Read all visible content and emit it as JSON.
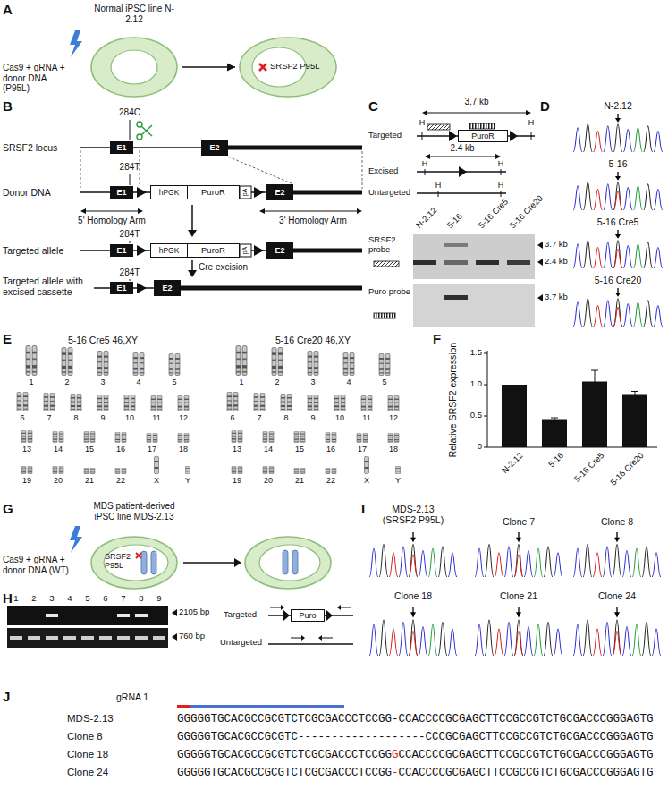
{
  "diagram": {
    "nodes": [
      {
        "text": [
          "Normal iPSC line N-2.12"
        ]
      },
      {
        "text": [
          "SRSF2 P95L"
        ]
      },
      {
        "text": [
          "E1"
        ]
      },
      {
        "text": [
          "E2"
        ]
      },
      {
        "text": [
          "E1"
        ]
      },
      {
        "text": [
          "hPGK",
          "PuroR"
        ]
      },
      {
        "text": [
          "E2"
        ]
      },
      {
        "text": [
          "E1"
        ]
      },
      {
        "text": [
          "hPGK",
          "PuroR"
        ]
      },
      {
        "text": [
          "E2"
        ]
      },
      {
        "text": [
          "E1"
        ]
      },
      {
        "text": [
          "E2"
        ]
      },
      {
        "text": [
          "PuroR"
        ]
      },
      {
        "text": [
          "MDS patient-derived iPSC line MDS-2.13",
          "SRSF2 P95L"
        ]
      },
      {
        "text": [
          "Puro"
        ]
      }
    ],
    "edges": [
      {
        "from": 0,
        "to": 1,
        "arrow": "to"
      }
    ],
    "labels": [
      "A",
      "B",
      "C",
      "D",
      "E",
      "F",
      "G",
      "H",
      "I",
      "J",
      "Cas9 + gRNA + donor DNA (P95L)",
      "284C",
      "SRSF2 locus",
      "Donor DNA",
      "284T",
      "5' Homology Arm",
      "3' Homology Arm",
      "Targeted allele",
      "284T",
      "Cre excision",
      "Targeted allele with excised cassette",
      "284T",
      "3.7 kb",
      "H",
      "H",
      "Targeted",
      "2.4 kb",
      "H",
      "H",
      "Excised",
      "H",
      "H",
      "Untargeted",
      "N-2.12",
      "5-16",
      "5-16 Cre5",
      "5-16 Cre20",
      "SRSF2 probe",
      "3.7 kb",
      "2.4 kb",
      "Puro probe",
      "3.7 kb",
      "N-2.12",
      "5-16",
      "5-16 Cre5",
      "5-16 Cre20",
      "5-16 Cre5 46,XY",
      "5-16 Cre20 46,XY",
      "1",
      "2",
      "3",
      "4",
      "5",
      "6",
      "7",
      "8",
      "9",
      "10",
      "11",
      "12",
      "13",
      "14",
      "15",
      "16",
      "17",
      "18",
      "19",
      "20",
      "21",
      "22",
      "X",
      "Y",
      "1",
      "2",
      "3",
      "4",
      "5",
      "6",
      "7",
      "8",
      "9",
      "10",
      "11",
      "12",
      "13",
      "14",
      "15",
      "16",
      "17",
      "18",
      "19",
      "20",
      "21",
      "22",
      "X",
      "Y",
      "Relative SRSF2 expression",
      "0",
      "0.5",
      "1.0",
      "1.5",
      "N-2.12",
      "5-16",
      "5-16 Cre5",
      "5-16 Cre20",
      "Cas9 + gRNA + donor DNA (WT)",
      "1",
      "2",
      "3",
      "4",
      "5",
      "6",
      "7",
      "8",
      "9",
      "2105 bp",
      "760 bp",
      "Targeted",
      "Untargeted",
      "MDS-2.13 (SRSF2 P95L)",
      "Clone 7",
      "Clone 8",
      "Clone 18",
      "Clone 21",
      "Clone 24",
      "gRNA 1",
      "MDS-2.13",
      "Clone 8",
      "Clone 18",
      "Clone 24",
      "GGGGGTGCACGCCGCGTCTCGCGACCCTCCGG-CCACCCCGCGAGCTTCCGCCGTCTGCGACCCGGGAGTG",
      "GGGGGTGCACGCCGCGTC-------------------CCCGCGAGCTTCCGCCGTCTGCGACCCGGGAGTG",
      "GGGGGTGCACGCCGCGTCTCGCGACCCTCCGGGCCACCCCGCGAGCTTCCGCCGTCTGCGACCCGGGAGTG",
      "GGGGGTGCACGCCGCGTCTCGCGACCCTCCGG-CCACCCCGCGAGCTTCCGCCGTCTGCGACCCGGGAGTG",
      "pA",
      "pA"
    ]
  }
}
